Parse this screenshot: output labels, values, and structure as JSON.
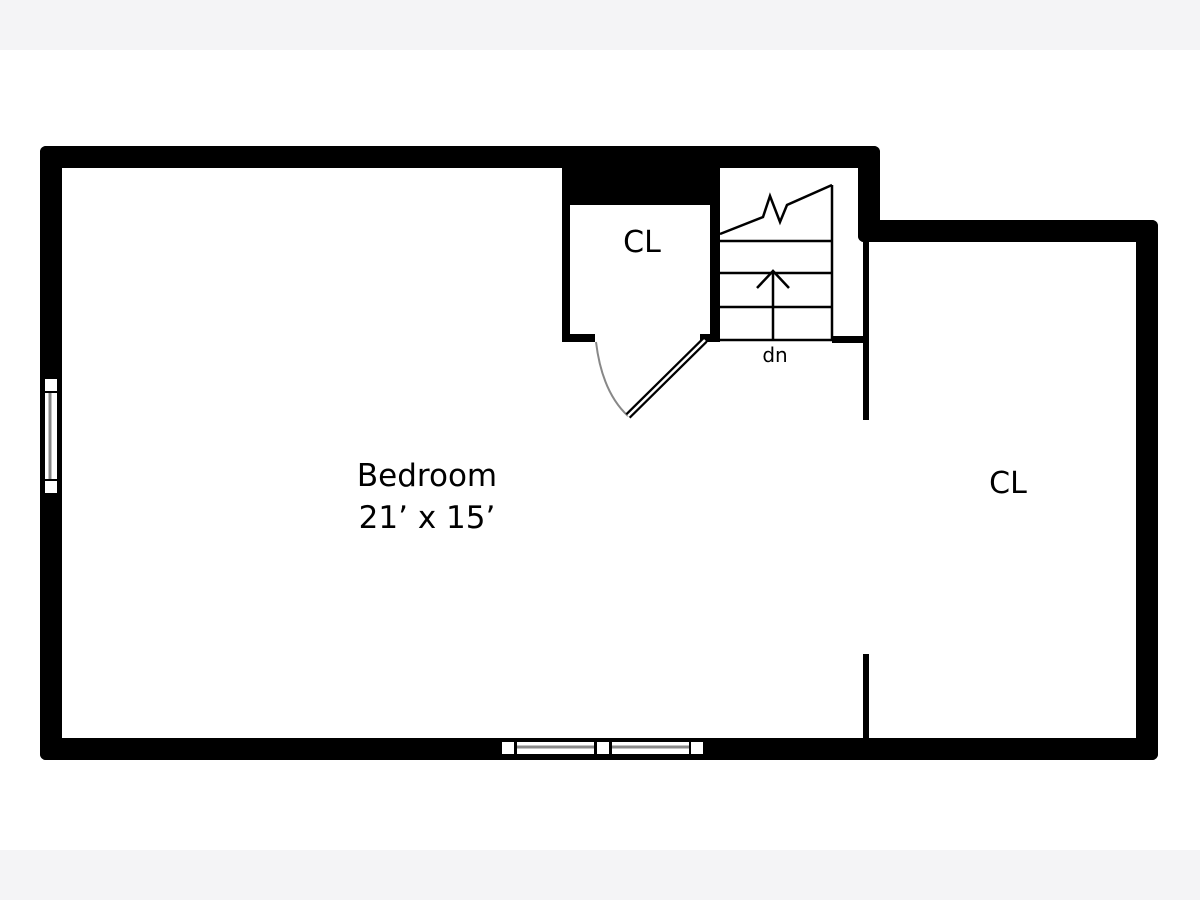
{
  "rooms": {
    "bedroom": {
      "name": "Bedroom",
      "dimensions": "21’ x 15’"
    },
    "closet_small": {
      "name": "CL"
    },
    "closet_large": {
      "name": "CL"
    }
  },
  "stairs": {
    "label": "dn"
  }
}
